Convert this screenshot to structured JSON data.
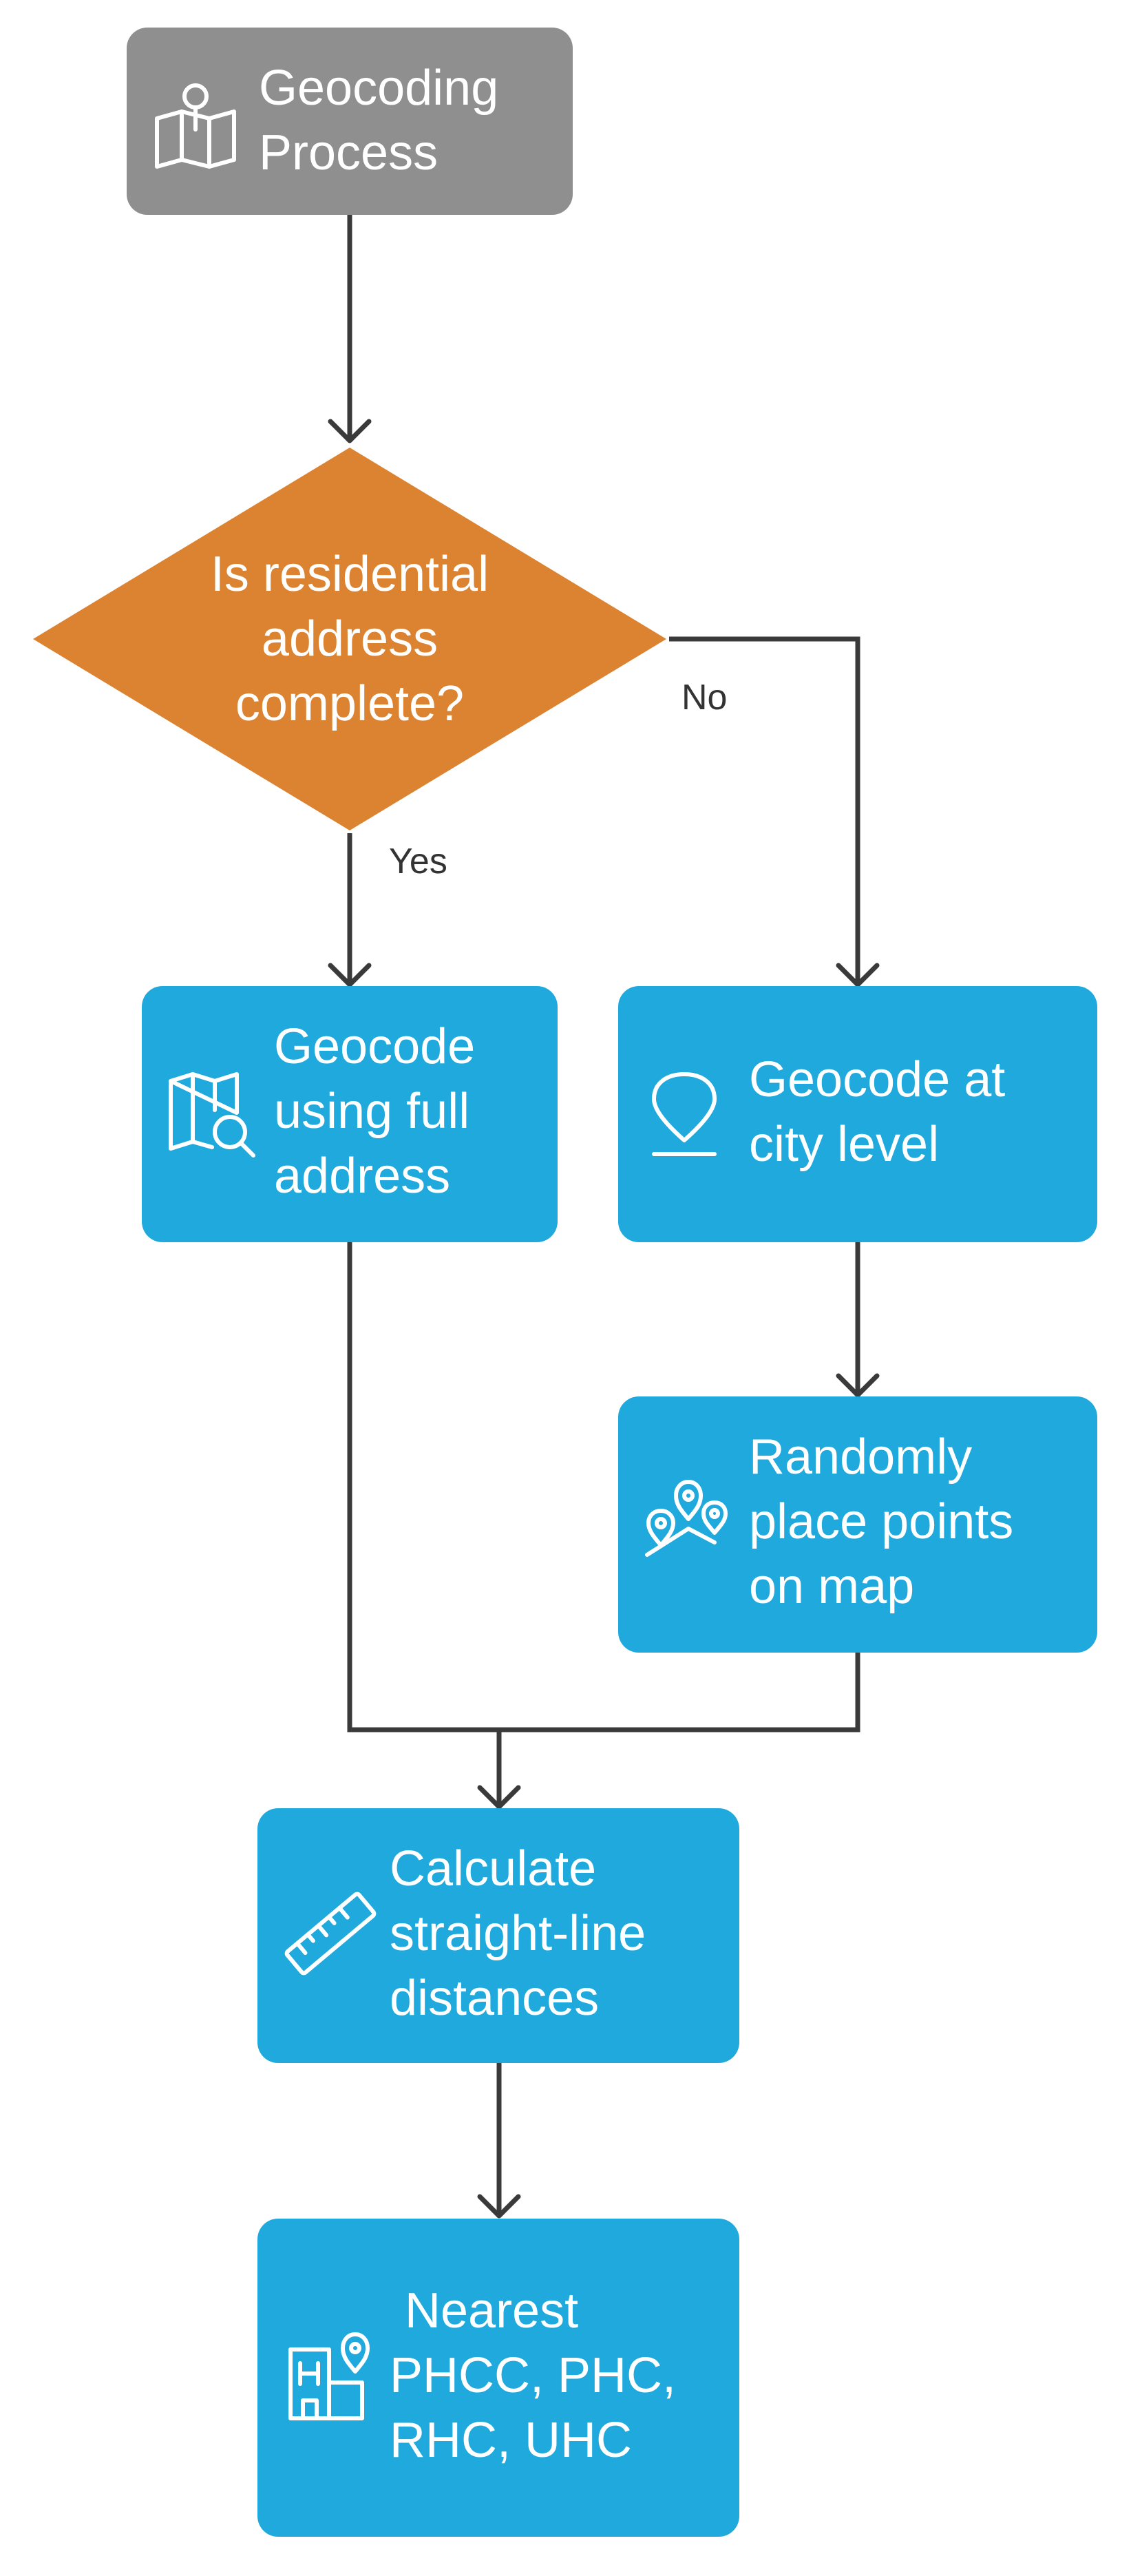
{
  "colors": {
    "start_node": "#8f8f8f",
    "decision_node": "#dc8331",
    "process_node": "#1fa9dc",
    "connector": "#3a3a3a",
    "node_text": "#ffffff",
    "edge_label_text": "#333333"
  },
  "nodes": {
    "start": {
      "icon": "map-pin-icon",
      "lines": [
        "Geocoding",
        "Process"
      ]
    },
    "decision": {
      "lines": [
        "Is residential",
        "address",
        "complete?"
      ]
    },
    "full_address": {
      "icon": "map-search-icon",
      "lines": [
        "Geocode",
        "using full",
        "address"
      ]
    },
    "city_level": {
      "icon": "location-pin-icon",
      "lines": [
        "Geocode at",
        "city level"
      ]
    },
    "random_points": {
      "icon": "multiple-pins-icon",
      "lines": [
        "Randomly",
        "place points",
        "on map"
      ]
    },
    "distances": {
      "icon": "ruler-icon",
      "lines": [
        "Calculate",
        "straight-line",
        "distances"
      ]
    },
    "nearest": {
      "icon": "hospital-location-icon",
      "lines": [
        "Nearest",
        "PHCC, PHC,",
        "RHC, UHC"
      ]
    }
  },
  "edges": {
    "yes_label": "Yes",
    "no_label": "No"
  }
}
